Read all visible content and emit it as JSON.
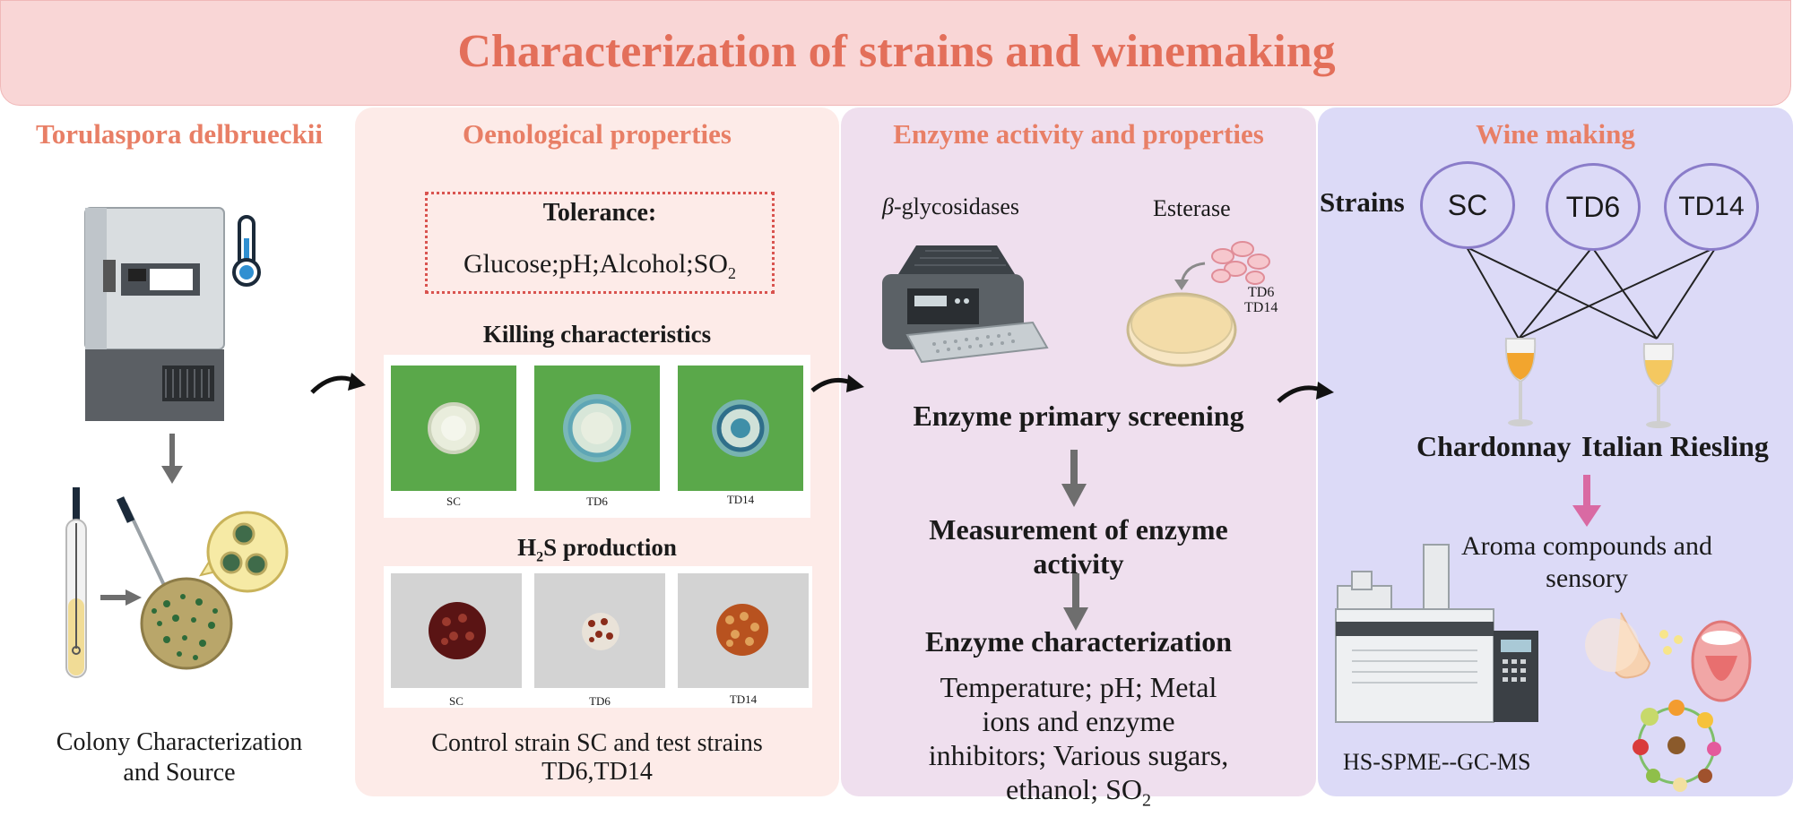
{
  "title": "Characterization of strains and winemaking",
  "columns": {
    "source": {
      "title": "Torulaspora delbrueckii",
      "caption_line1": "Colony Characterization",
      "caption_line2": "and Source"
    },
    "oenological": {
      "title": "Oenological properties",
      "tolerance_heading": "Tolerance:",
      "tolerance_items": "Glucose;pH;Alcohol;SO",
      "tolerance_sub": "2",
      "killing_heading": "Killing characteristics",
      "killing_labels": [
        "SC",
        "TD6",
        "TD14"
      ],
      "h2s_heading_a": "H",
      "h2s_heading_sub": "2",
      "h2s_heading_b": "S production",
      "h2s_labels": [
        "SC",
        "TD6",
        "TD14"
      ],
      "caption_line1": "Control strain SC and test strains",
      "caption_line2": "TD6,TD14"
    },
    "enzyme": {
      "title": "Enzyme activity and properties",
      "beta_symbol": "β",
      "beta_label": "-glycosidases",
      "esterase_label": "Esterase",
      "esterase_strain_1": "TD6",
      "esterase_strain_2": "TD14",
      "step1": "Enzyme primary screening",
      "step2_line1": "Measurement of enzyme",
      "step2_line2": "activity",
      "step3": "Enzyme characterization",
      "char_line1": "Temperature; pH; Metal",
      "char_line2": "ions and enzyme",
      "char_line3": "inhibitors; Various sugars,",
      "char_line4": "ethanol; SO",
      "char_line4_sub": "2"
    },
    "winemaking": {
      "title": "Wine making",
      "strains_label": "Strains",
      "strains": [
        "SC",
        "TD6",
        "TD14"
      ],
      "wine_1": "Chardonnay",
      "wine_2": "Italian Riesling",
      "aroma_line1": "Aroma compounds and",
      "aroma_line2": "sensory",
      "instrument": "HS-SPME--GC-MS"
    }
  },
  "colors": {
    "banner": "#f9d6d6",
    "title": "#e36f5a",
    "section_title": "#e87f66",
    "panel_oenological": "#fdebe8",
    "panel_enzyme": "#efdfee",
    "panel_winemaking": "#dcdaf7",
    "strain_circle": "#8a7cc9"
  }
}
